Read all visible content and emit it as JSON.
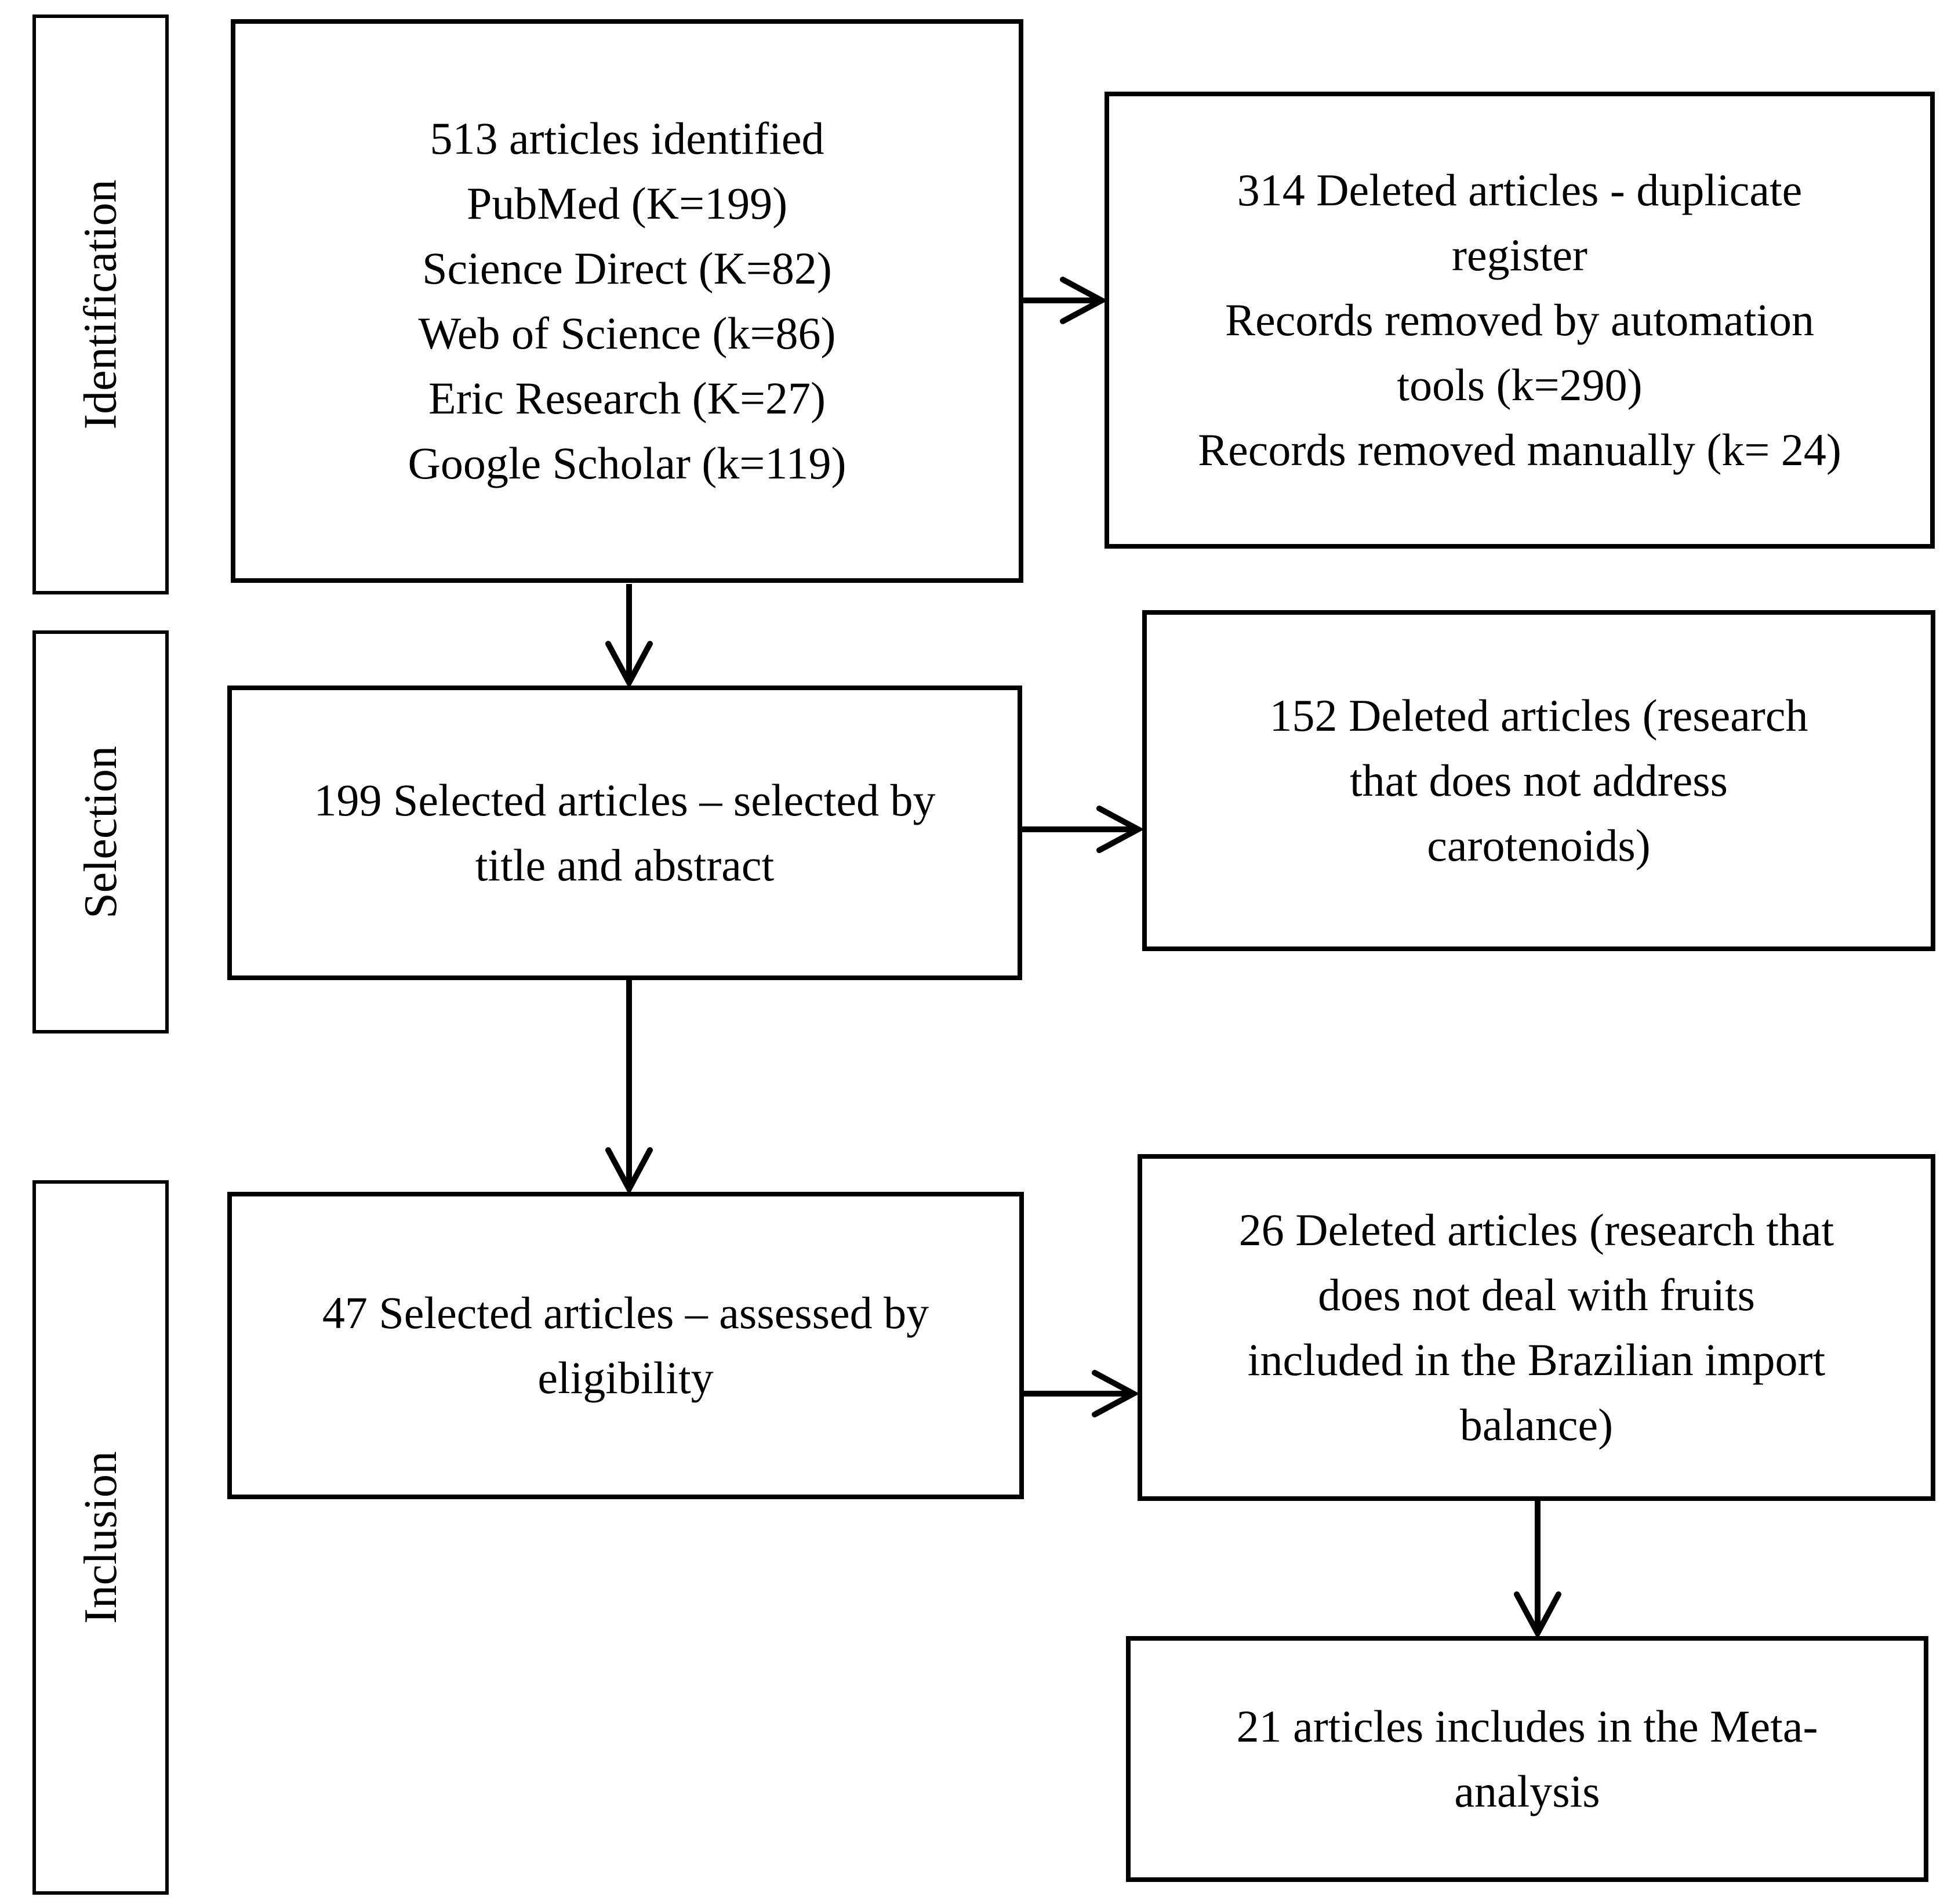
{
  "colors": {
    "ink": "#000000",
    "background": "#ffffff"
  },
  "stages": {
    "identification": "Identification",
    "selection": "Selection",
    "inclusion": "Inclusion"
  },
  "boxes": {
    "identified": "513 articles identified\nPubMed (K=199)\nScience Direct (K=82)\nWeb of Science (k=86)\nEric Research (K=27)\nGoogle Scholar (k=119)",
    "deleted_duplicates": "314 Deleted articles - duplicate\nregister\nRecords removed by automation\ntools (k=290)\nRecords removed manually (k= 24)",
    "selected_title_abstract": "199 Selected articles – selected by\ntitle and abstract",
    "deleted_not_carotenoids": "152 Deleted articles (research\nthat does not address\ncarotenoids)",
    "selected_eligibility": "47 Selected articles – assessed by\neligibility",
    "deleted_not_fruits": "26 Deleted articles (research that\ndoes not deal with fruits\nincluded in the Brazilian import\nbalance)",
    "included_meta_analysis": "21 articles includes in the Meta-\nanalysis"
  },
  "counts": {
    "articles_identified": 513,
    "pubmed": 199,
    "science_direct": 82,
    "web_of_science": 86,
    "eric_research": 27,
    "google_scholar": 119,
    "deleted_duplicate_register": 314,
    "removed_by_automation_tools": 290,
    "removed_manually": 24,
    "selected_by_title_and_abstract": 199,
    "deleted_not_address_carotenoids": 152,
    "assessed_by_eligibility": 47,
    "deleted_not_brazilian_import_fruits": 26,
    "included_in_meta_analysis": 21
  }
}
